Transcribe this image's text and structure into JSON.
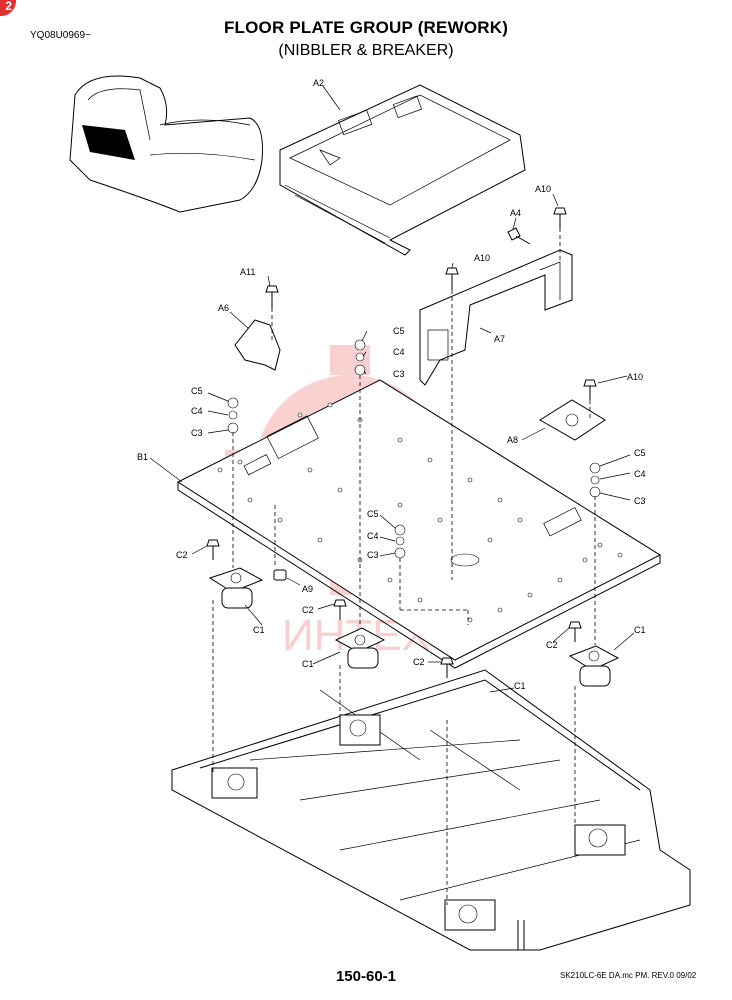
{
  "badge": "2",
  "serial": "YQ08U0969~",
  "title": "FLOOR PLATE GROUP (REWORK)",
  "subtitle": "(NIBBLER & BREAKER)",
  "page_number": "150-60-1",
  "footnote": "SK210LC-6E DA.mc PM.  REV.0 09/02",
  "watermark": "ИНТЕХ",
  "callouts": {
    "a2": "A2",
    "a10_top": "A10",
    "a4": "A4",
    "a10_mid": "A10",
    "a11": "A11",
    "a6": "A6",
    "a7": "A7",
    "a10_right": "A10",
    "a8": "A8",
    "c5_a": "C5",
    "c4_a": "C4",
    "c3_a": "C3",
    "c5_b": "C5",
    "c4_b": "C4",
    "c3_b": "C3",
    "c5_c": "C5",
    "c4_c": "C4",
    "c3_c": "C3",
    "c5_d": "C5",
    "c4_d": "C4",
    "c3_d": "C3",
    "b1": "B1",
    "c2_a": "C2",
    "a9": "A9",
    "c1_a": "C1",
    "c2_b": "C2",
    "c1_b": "C1",
    "c2_c": "C2",
    "c1_c": "C1",
    "c2_d": "C2",
    "c1_d": "C1"
  },
  "colors": {
    "ink": "#000000",
    "watermark": "#e85a5a",
    "badge": "#e03030"
  }
}
